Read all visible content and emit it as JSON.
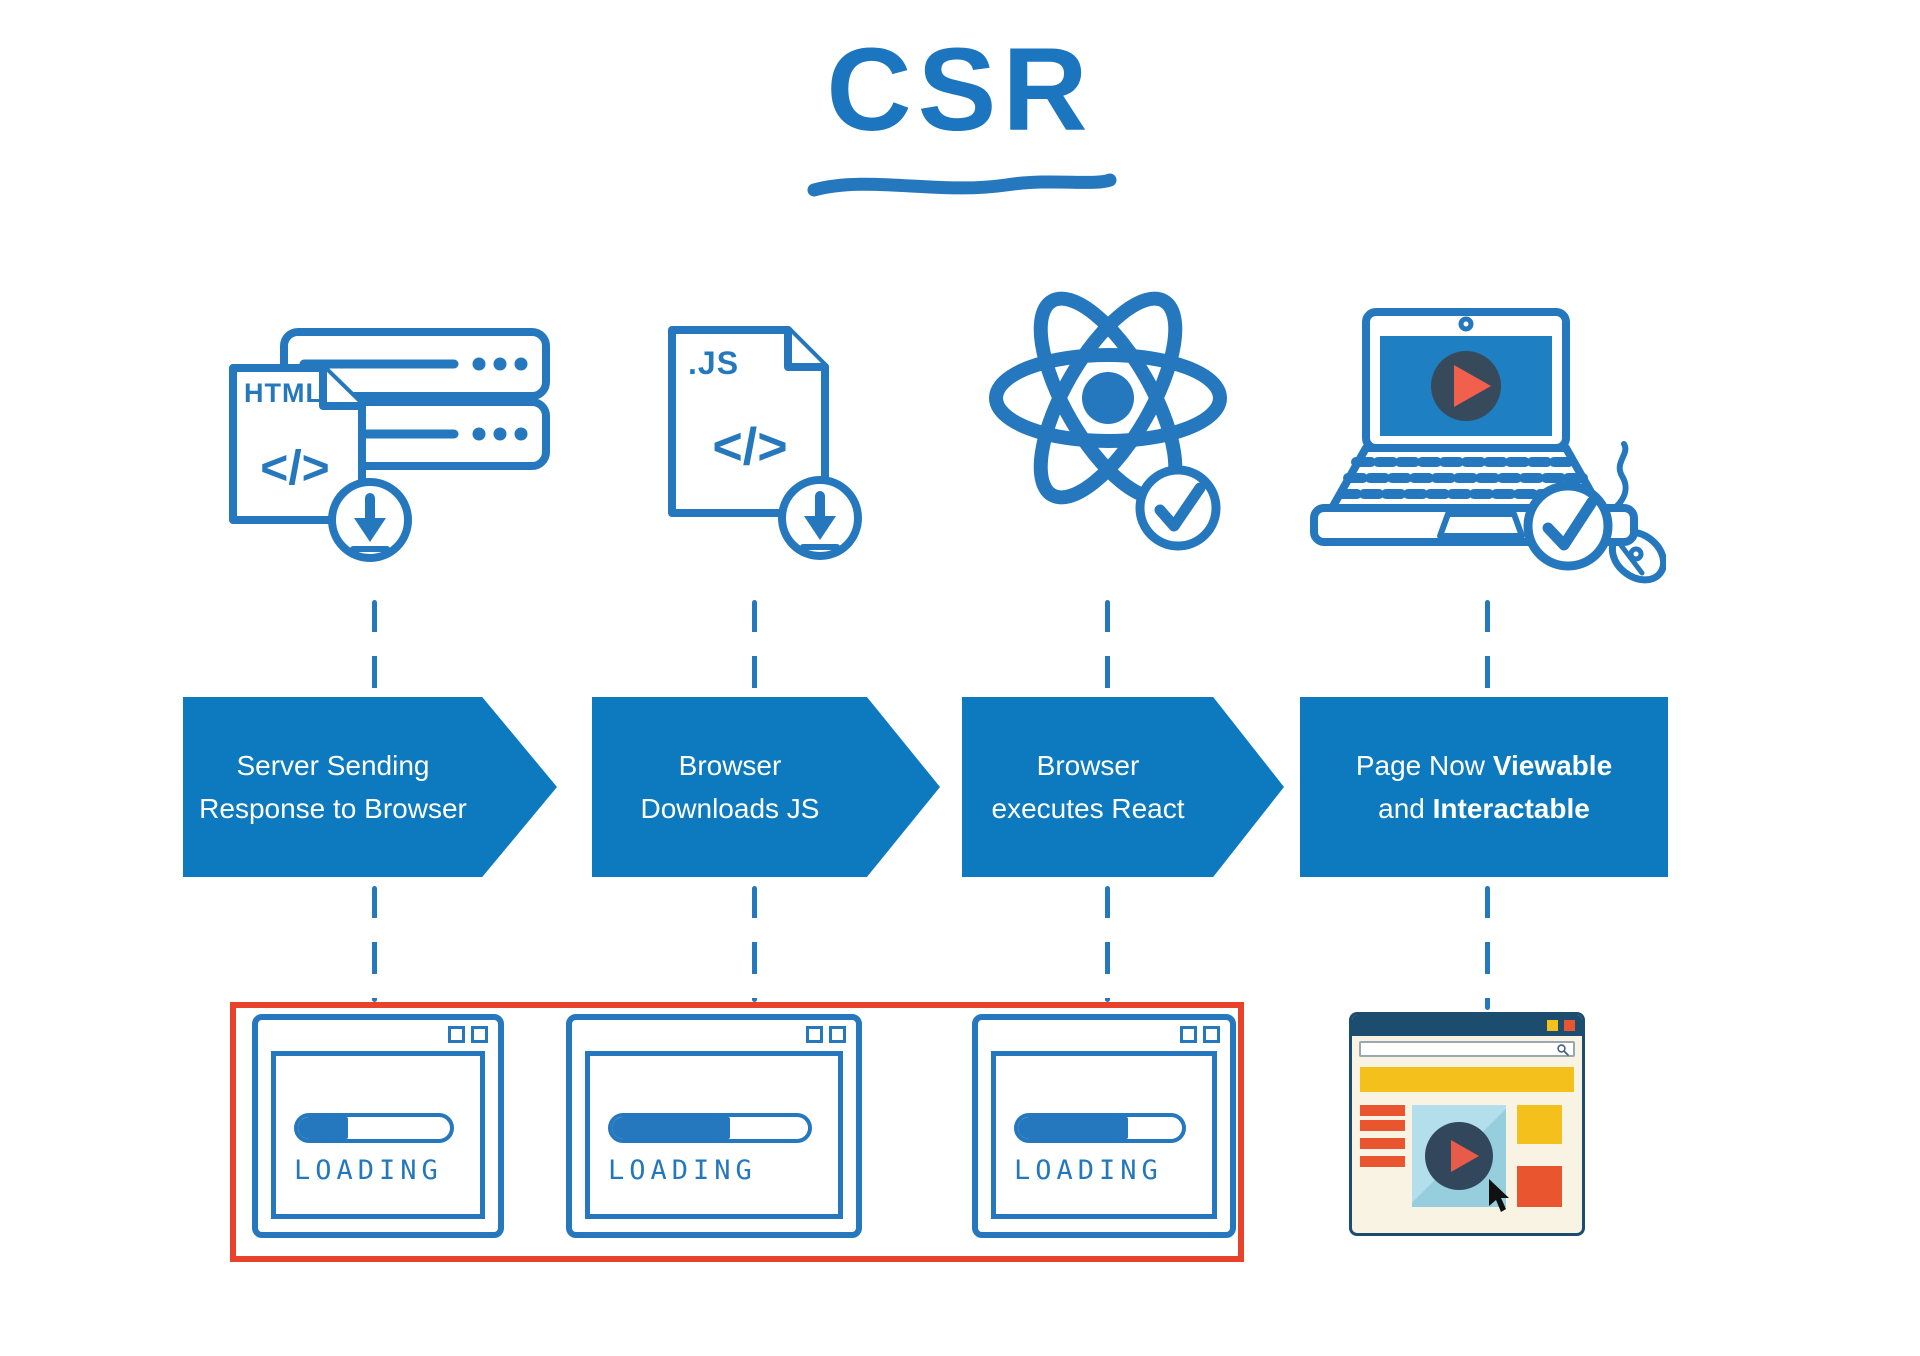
{
  "title": "CSR",
  "colors": {
    "sketch_blue": "#2678be",
    "title_blue": "#1c76bf",
    "arrow_blue": "#0d7abf",
    "red_outline": "#e8432a",
    "navy": "#1d4d6e",
    "yellow": "#f3c01c",
    "orange": "#e8552e",
    "light_blue": "#a9d9e8",
    "play_red": "#e85a4a"
  },
  "icons": {
    "html_file_label": "HTML",
    "html_code_glyph": "</>",
    "js_file_label": ".JS",
    "js_code_glyph": "</>"
  },
  "steps": [
    {
      "line1": "Server Sending",
      "line2": "Response to Browser"
    },
    {
      "line1": "Browser",
      "line2": "Downloads JS"
    },
    {
      "line1": "Browser",
      "line2": "executes React"
    },
    {
      "line1_normal": "Page Now ",
      "line1_bold": "Viewable",
      "line2_normal": "and ",
      "line2_bold": "Interactable"
    }
  ],
  "results": {
    "loading_windows": [
      {
        "label": "LOADING",
        "progress_percent": 33
      },
      {
        "label": "LOADING",
        "progress_percent": 60
      },
      {
        "label": "LOADING",
        "progress_percent": 67
      }
    ]
  }
}
